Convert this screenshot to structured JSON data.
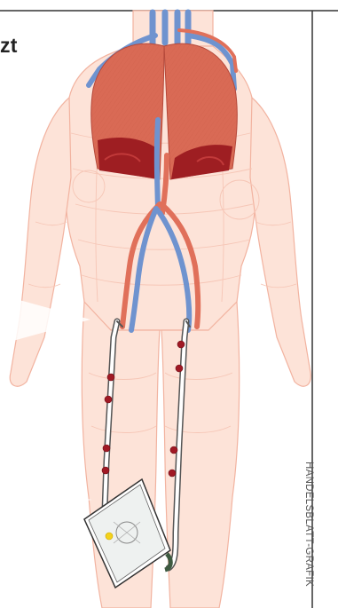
{
  "heading_fragment": "zt",
  "credit": "HANDELSBLATT-GRAFIK",
  "colors": {
    "skin": "#fde3d8",
    "skin_line": "#f2b3a0",
    "lung": "#d96a55",
    "lung_dark": "#9e1e22",
    "artery": "#e0705a",
    "vein": "#6f93cf",
    "electrode": "#a01925",
    "indicator": "#f4d21b",
    "frame": "#333333"
  },
  "electrode_count": 8,
  "icons": [
    "device-box-icon",
    "electrode-dot-icon"
  ]
}
